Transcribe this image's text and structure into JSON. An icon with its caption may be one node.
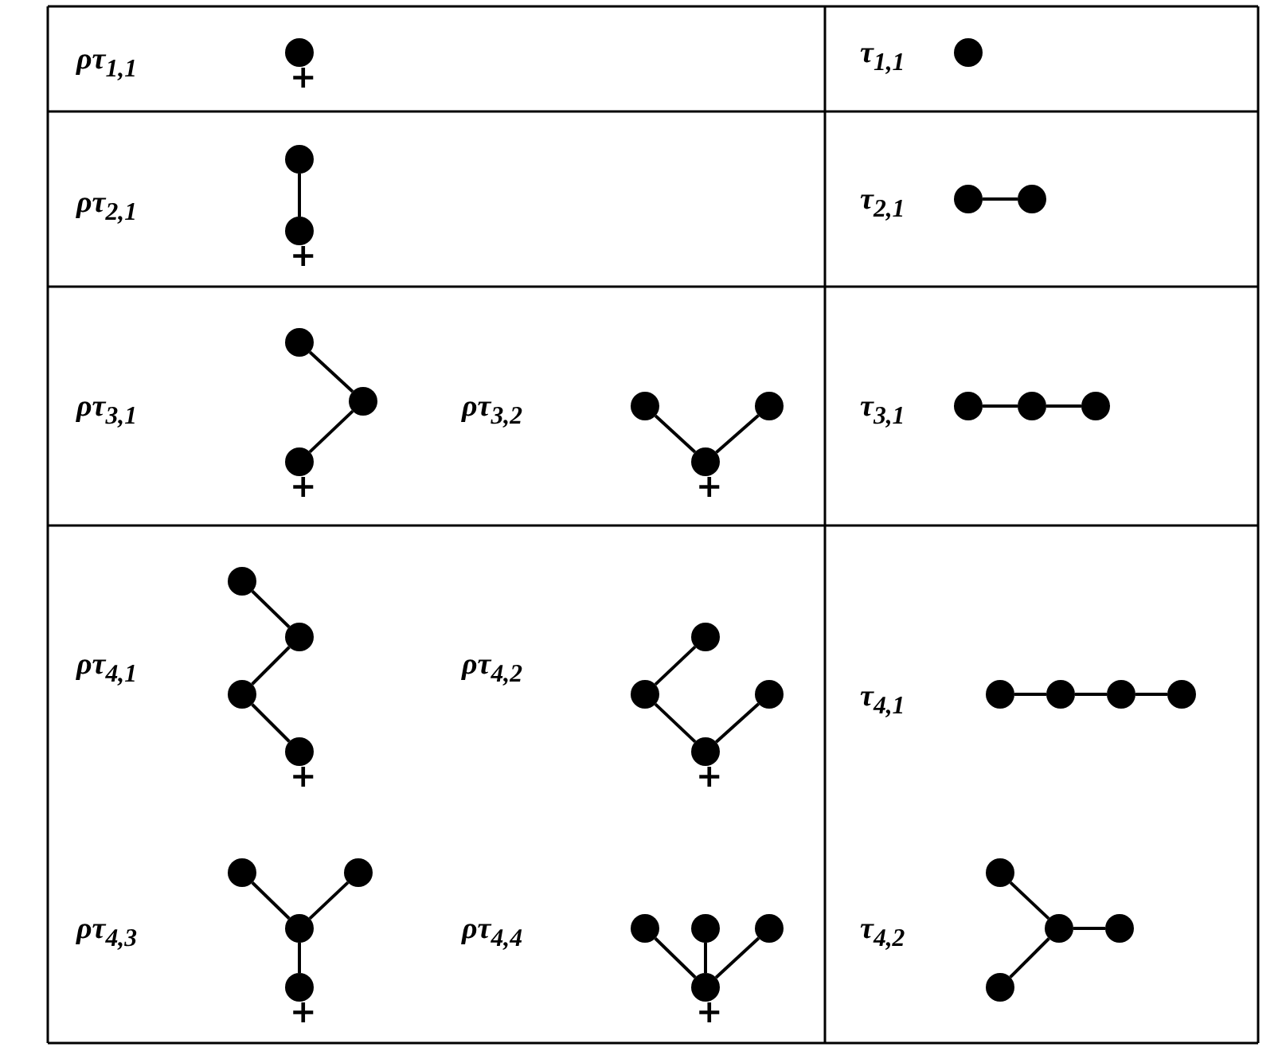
{
  "diagram": {
    "nodes": [
      {
        "text": [],
        "shape": "circle",
        "beside": [
          "+"
        ]
      },
      {
        "text": [],
        "shape": "circle"
      },
      {
        "text": [],
        "shape": "circle"
      },
      {
        "text": [],
        "shape": "circle",
        "beside": [
          "+"
        ]
      },
      {
        "text": [],
        "shape": "circle"
      },
      {
        "text": [],
        "shape": "circle"
      },
      {
        "text": [],
        "shape": "circle"
      },
      {
        "text": [],
        "shape": "circle"
      },
      {
        "text": [],
        "shape": "circle",
        "beside": [
          "+"
        ]
      },
      {
        "text": [],
        "shape": "circle"
      },
      {
        "text": [],
        "shape": "circle"
      },
      {
        "text": [],
        "shape": "circle",
        "beside": [
          "+"
        ]
      },
      {
        "text": [],
        "shape": "circle"
      },
      {
        "text": [],
        "shape": "circle"
      },
      {
        "text": [],
        "shape": "circle"
      },
      {
        "text": [],
        "shape": "circle"
      },
      {
        "text": [],
        "shape": "circle"
      },
      {
        "text": [],
        "shape": "circle"
      },
      {
        "text": [],
        "shape": "circle",
        "beside": [
          "+"
        ]
      },
      {
        "text": [],
        "shape": "circle"
      },
      {
        "text": [],
        "shape": "circle"
      },
      {
        "text": [],
        "shape": "circle"
      },
      {
        "text": [],
        "shape": "circle",
        "beside": [
          "+"
        ]
      },
      {
        "text": [],
        "shape": "circle"
      },
      {
        "text": [],
        "shape": "circle"
      },
      {
        "text": [],
        "shape": "circle"
      },
      {
        "text": [],
        "shape": "circle"
      },
      {
        "text": [],
        "shape": "circle"
      },
      {
        "text": [],
        "shape": "circle"
      },
      {
        "text": [],
        "shape": "circle"
      },
      {
        "text": [],
        "shape": "circle",
        "beside": [
          "+"
        ]
      },
      {
        "text": [],
        "shape": "circle"
      },
      {
        "text": [],
        "shape": "circle"
      },
      {
        "text": [],
        "shape": "circle"
      },
      {
        "text": [],
        "shape": "circle",
        "beside": [
          "+"
        ]
      },
      {
        "text": [],
        "shape": "circle"
      },
      {
        "text": [],
        "shape": "circle"
      },
      {
        "text": [],
        "shape": "circle"
      },
      {
        "text": [],
        "shape": "circle"
      }
    ],
    "edges": [
      {
        "from": 2,
        "to": 3,
        "arrow": "none"
      },
      {
        "from": 4,
        "to": 5,
        "arrow": "none"
      },
      {
        "from": 6,
        "to": 7,
        "arrow": "none"
      },
      {
        "from": 7,
        "to": 8,
        "arrow": "none"
      },
      {
        "from": 9,
        "to": 11,
        "arrow": "none"
      },
      {
        "from": 10,
        "to": 11,
        "arrow": "none"
      },
      {
        "from": 12,
        "to": 13,
        "arrow": "none"
      },
      {
        "from": 13,
        "to": 14,
        "arrow": "none"
      },
      {
        "from": 15,
        "to": 16,
        "arrow": "none"
      },
      {
        "from": 16,
        "to": 17,
        "arrow": "none"
      },
      {
        "from": 17,
        "to": 18,
        "arrow": "none"
      },
      {
        "from": 19,
        "to": 20,
        "arrow": "none"
      },
      {
        "from": 20,
        "to": 22,
        "arrow": "none"
      },
      {
        "from": 21,
        "to": 22,
        "arrow": "none"
      },
      {
        "from": 23,
        "to": 24,
        "arrow": "none"
      },
      {
        "from": 24,
        "to": 25,
        "arrow": "none"
      },
      {
        "from": 25,
        "to": 26,
        "arrow": "none"
      },
      {
        "from": 27,
        "to": 29,
        "arrow": "none"
      },
      {
        "from": 28,
        "to": 29,
        "arrow": "none"
      },
      {
        "from": 29,
        "to": 30,
        "arrow": "none"
      },
      {
        "from": 31,
        "to": 34,
        "arrow": "none"
      },
      {
        "from": 32,
        "to": 34,
        "arrow": "none"
      },
      {
        "from": 33,
        "to": 34,
        "arrow": "none"
      },
      {
        "from": 35,
        "to": 36,
        "arrow": "none"
      },
      {
        "from": 36,
        "to": 37,
        "arrow": "none"
      },
      {
        "from": 36,
        "to": 38,
        "arrow": "none"
      }
    ],
    "labels": [
      "ρτ$_{1,1}$",
      "τ$_{1,1}$",
      "ρτ$_{2,1}$",
      "τ$_{2,1}$",
      "ρτ$_{3,1}$",
      "ρτ$_{3,2}$",
      "τ$_{3,1}$",
      "ρτ$_{4,1}$",
      "ρτ$_{4,2}$",
      "τ$_{4,1}$",
      "ρτ$_{4,3}$",
      "ρτ$_{4,4}$",
      "τ$_{4,2}$"
    ]
  }
}
